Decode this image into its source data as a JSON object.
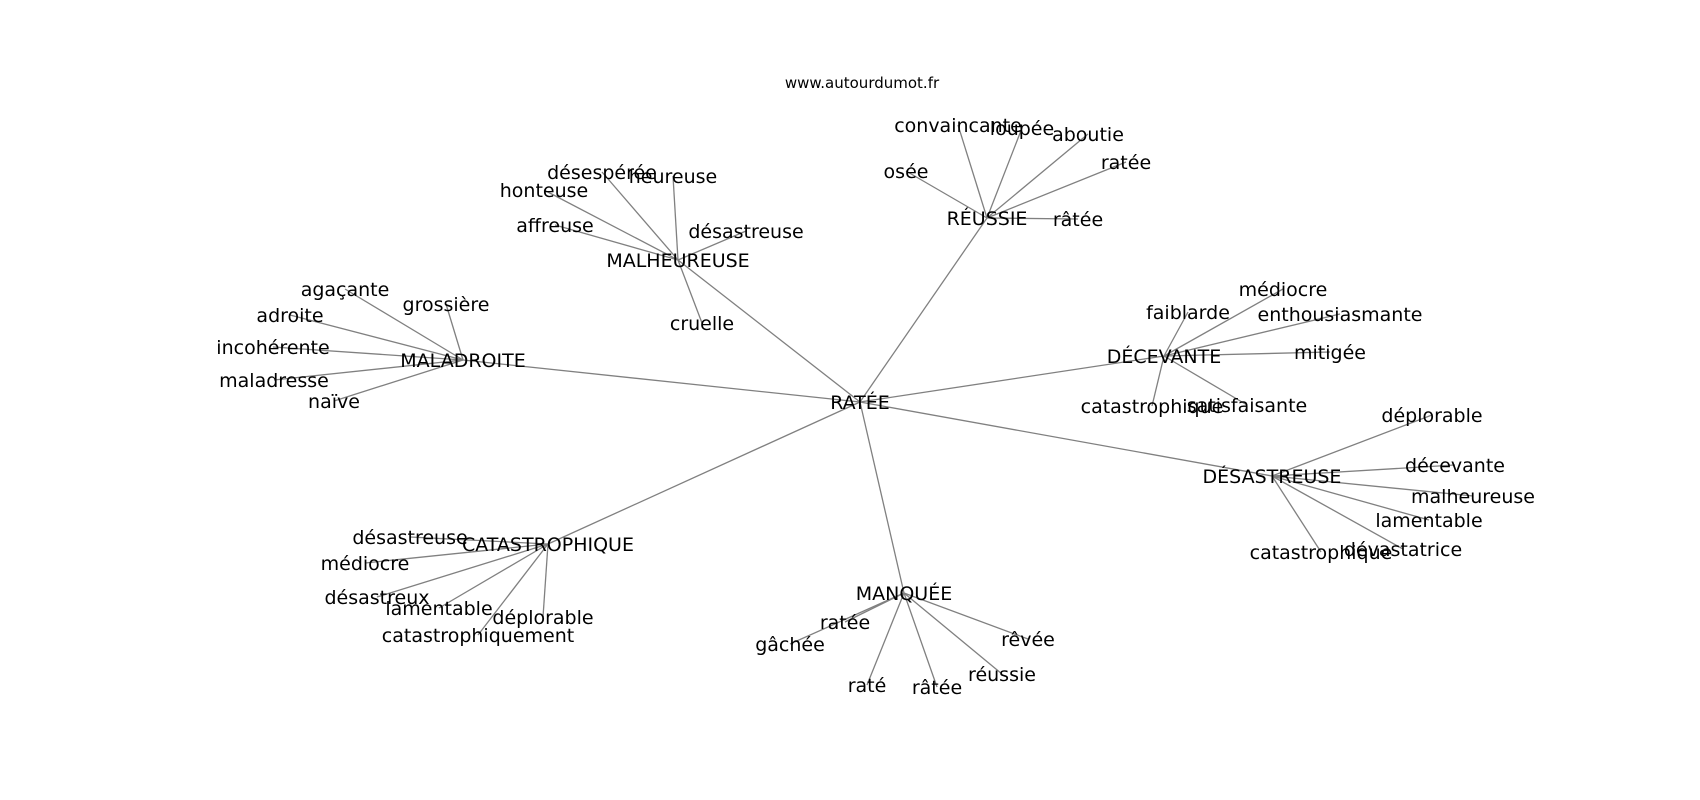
{
  "source": "www.autourdumot.fr",
  "center": "RATÉE",
  "groups": [
    {
      "hub": "RÉUSSIE",
      "leaves": [
        "convaincante",
        "loupée",
        "aboutie",
        "osée",
        "ratée",
        "râtée"
      ]
    },
    {
      "hub": "MALHEUREUSE",
      "leaves": [
        "désespérée",
        "heureuse",
        "honteuse",
        "affreuse",
        "désastreuse",
        "cruelle"
      ]
    },
    {
      "hub": "MALADROITE",
      "leaves": [
        "agaçante",
        "grossière",
        "adroite",
        "incohérente",
        "maladresse",
        "naïve"
      ]
    },
    {
      "hub": "DÉCEVANTE",
      "leaves": [
        "médiocre",
        "faiblarde",
        "enthousiasmante",
        "mitigée",
        "catastrophique",
        "satisfaisante"
      ]
    },
    {
      "hub": "DÉSASTREUSE",
      "leaves": [
        "déplorable",
        "décevante",
        "malheureuse",
        "lamentable",
        "catastrophique",
        "dévastatrice"
      ]
    },
    {
      "hub": "CATASTROPHIQUE",
      "leaves": [
        "désastreuse",
        "médiocre",
        "désastreux",
        "lamentable",
        "déplorable",
        "catastrophiquement"
      ]
    },
    {
      "hub": "MANQUÉE",
      "leaves": [
        "ratée",
        "gâchée",
        "raté",
        "râtée",
        "réussie",
        "rêvée"
      ]
    }
  ]
}
